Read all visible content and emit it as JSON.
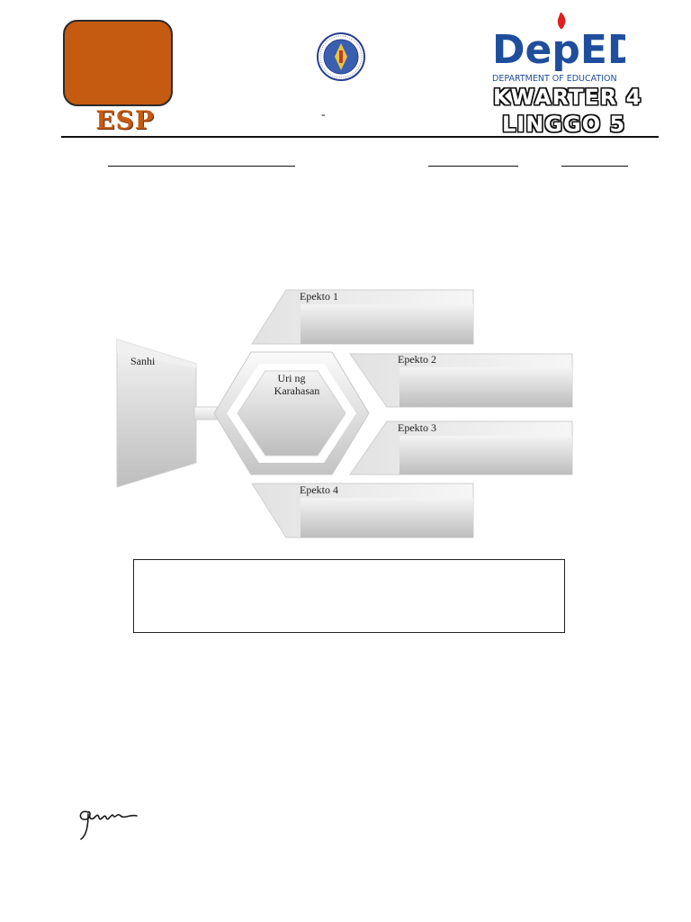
{
  "header": {
    "subject": "ESP",
    "dash": "-",
    "deped_brand": "DepED",
    "deped_subtitle": "DEPARTMENT OF EDUCATION",
    "seal_text": "KAGAWARAN NG EDUKASYON · REPUBLIKA NG PILIPINAS",
    "quarter": "KWARTER 4",
    "week": "LINGGO 5"
  },
  "diagram": {
    "cause_label": "Sanhi",
    "center_label_line1": "Uri ng",
    "center_label_line2": "Karahasan",
    "effects": [
      "Epekto 1",
      "Epekto 2",
      "Epekto 3",
      "Epekto 4"
    ]
  },
  "colors": {
    "orange": "#c55a11",
    "deped_blue": "#1f4e9c",
    "deped_red": "#e02020"
  }
}
